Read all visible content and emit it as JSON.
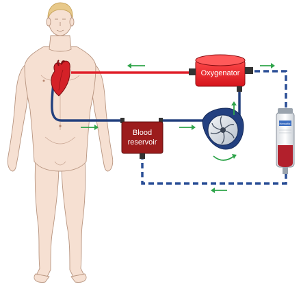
{
  "diagram": {
    "labels": {
      "oxygenator": "Oxygenator",
      "reservoir_line1": "Blood",
      "reservoir_line2": "reservoir",
      "bag_label": "Hemofiltr.",
      "bag_small": "BLOOD\nPRODUCT"
    },
    "colors": {
      "arterial": "#e0202a",
      "venous": "#23407e",
      "dashed_line": "#2a4e96",
      "flow_arrow": "#2ea44a",
      "skin": "#f6e0d2",
      "skin_outline": "#b89580",
      "hair": "#e8c98a",
      "reservoir_fill": "#9c1c1c",
      "oxygenator_fill": "#e81c24",
      "pump_body": "#234080",
      "bag_fluid": "#b2202c"
    },
    "icons": {
      "heart": "heart-icon",
      "pump": "roller-pump-icon",
      "bag": "blood-bag-icon"
    }
  }
}
